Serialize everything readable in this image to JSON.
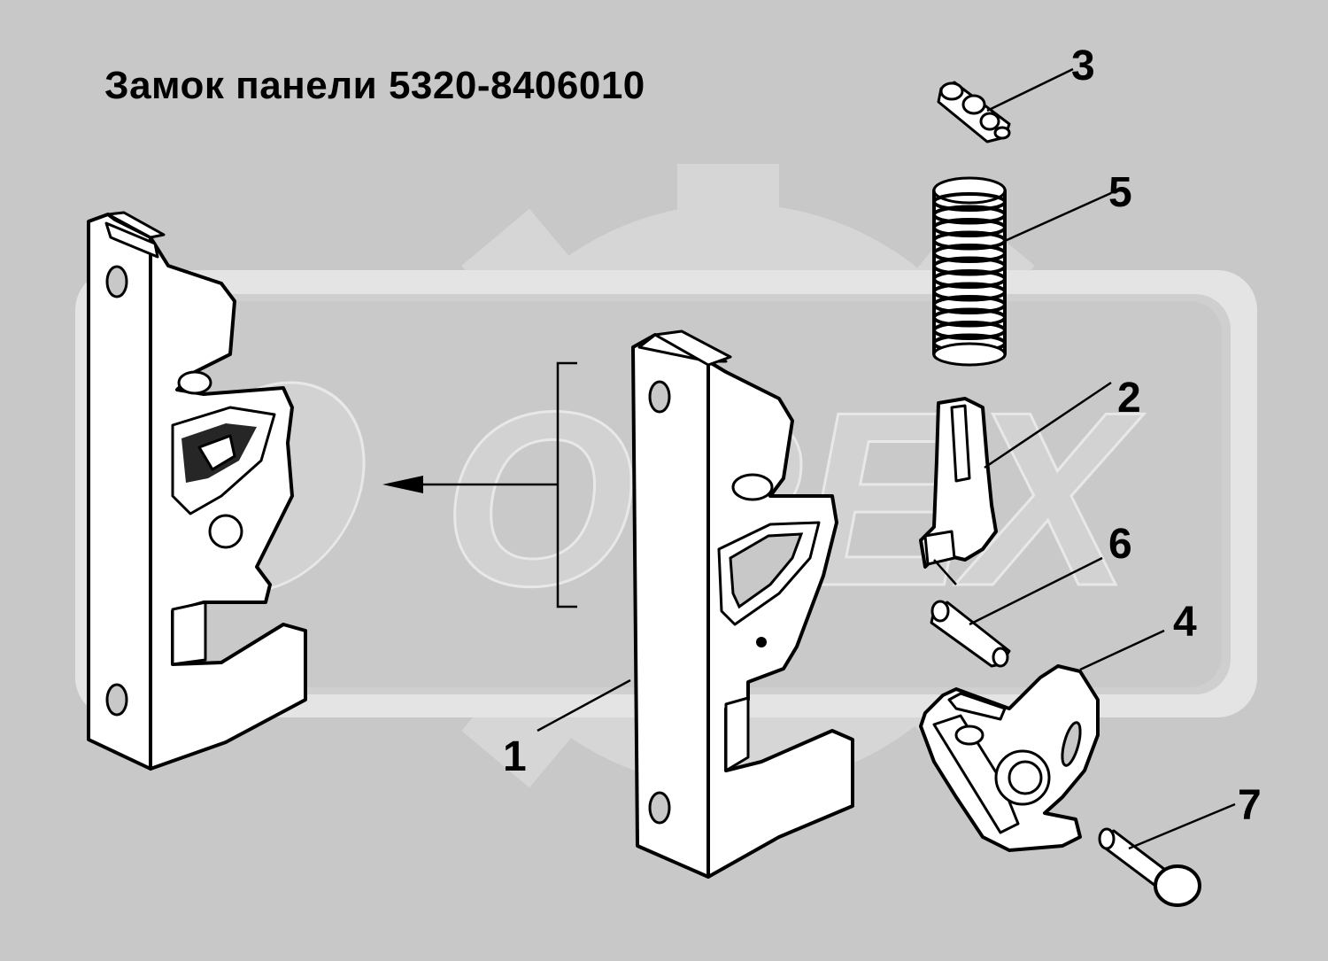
{
  "diagram": {
    "title": "Замок панели 5320-8406010",
    "watermark": {
      "text": "OPEX",
      "colors": {
        "gear": "#d6d6d6",
        "plate": "#e2e2e2",
        "letters": "#d0d0d0"
      }
    },
    "background_color": "#c8c8c8",
    "callouts": [
      {
        "id": "1",
        "label": "1"
      },
      {
        "id": "2",
        "label": "2"
      },
      {
        "id": "3",
        "label": "3"
      },
      {
        "id": "4",
        "label": "4"
      },
      {
        "id": "5",
        "label": "5"
      },
      {
        "id": "6",
        "label": "6"
      },
      {
        "id": "7",
        "label": "7"
      }
    ]
  }
}
